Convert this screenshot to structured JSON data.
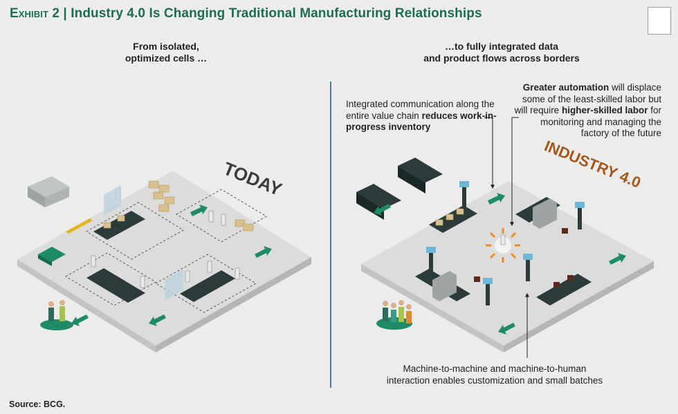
{
  "header": {
    "exhibit": "Exhibit 2",
    "separator": "|",
    "title": "Industry 4.0 Is Changing Traditional Manufacturing Relationships"
  },
  "left_panel": {
    "subtitle_line1": "From isolated,",
    "subtitle_line2": "optimized cells …",
    "scene_label": "TODAY"
  },
  "right_panel": {
    "subtitle_line1": "…to fully integrated data",
    "subtitle_line2": "and product flows across borders",
    "scene_label": "INDUSTRY 4.0",
    "annotation_communication": {
      "part1": "Integrated communication along the entire value chain ",
      "bold": "reduces work-in-progress inventory",
      "part2": ""
    },
    "annotation_automation": {
      "bold1": "Greater automation",
      "part1": " will displace some of the least-skilled labor but will require ",
      "bold2": "higher-skilled labor",
      "part2": " for monitoring and managing the factory of the future"
    },
    "annotation_m2m": {
      "line1": "Machine-to-machine and machine-to-human",
      "line2": "interaction enables customization and small batches"
    }
  },
  "footer": {
    "source": "Source: BCG."
  },
  "colors": {
    "title_green": "#1b6e4f",
    "accent_green": "#1f8a66",
    "platform": "#dcdcdb",
    "belt": "#2c3a3a",
    "box": "#d9c08e",
    "divider_blue": "#4e74a8",
    "industry_orange": "#a2581f"
  }
}
